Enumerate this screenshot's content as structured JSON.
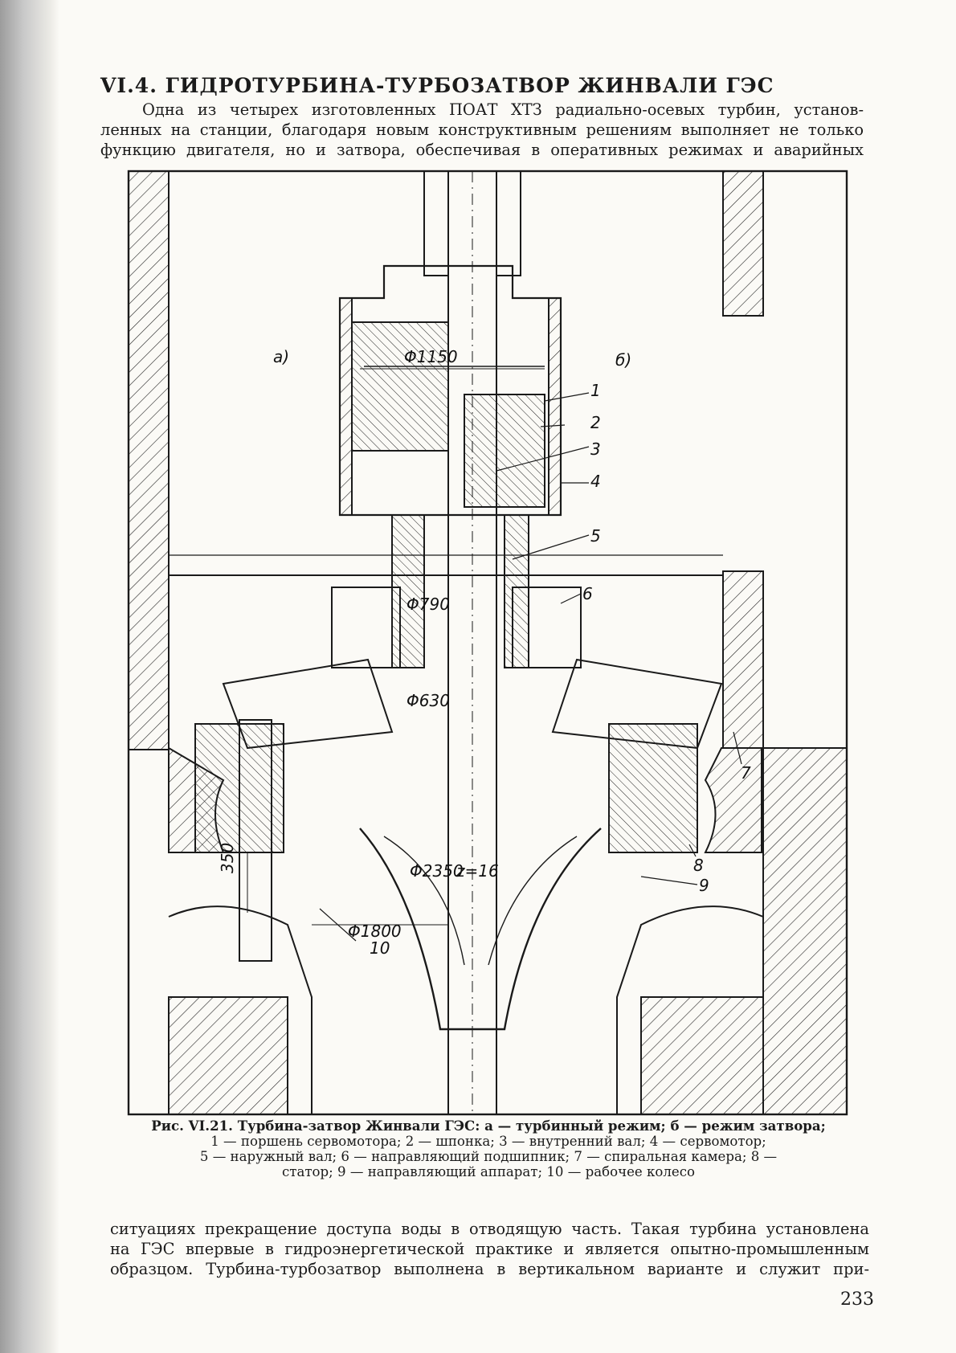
{
  "heading": "VI.4. ГИДРОТУРБИНА-ТУРБОЗАТВОР ЖИНВАЛИ ГЭС",
  "paragraph1": [
    "Одна из четырех изготовленных ПОАТ ХТЗ радиально-осевых турбин, установ-",
    "ленных на станции, благодаря новым конструктивным решениям выполняет не только",
    "функцию двигателя, но и затвора, обеспечивая в оперативных режимах и аварийных"
  ],
  "figure": {
    "labels": {
      "a": "а)",
      "b": "б)",
      "d1150": "Φ1150",
      "d790": "Φ790",
      "d630": "Φ630",
      "d2350": "Φ2350",
      "z": "z=16",
      "d1800": "Φ1800",
      "h350": "350"
    },
    "callouts": [
      "1",
      "2",
      "3",
      "4",
      "5",
      "6",
      "7",
      "8",
      "9",
      "10"
    ],
    "caption": {
      "title": "Рис. VI.21. Турбина-затвор Жинвали ГЭС: а — турбинный режим; б — режим затвора;",
      "lines": [
        "1 — поршень сервомотора; 2 — шпонка; 3 — внутренний вал; 4 — сервомотор;",
        "5 — наружный вал; 6 — направляющий подшипник; 7 — спиральная камера; 8 —",
        "статор; 9 — направляющий аппарат; 10 — рабочее колесо"
      ]
    }
  },
  "paragraph2": [
    "ситуациях прекращение доступа воды в отводящую часть. Такая турбина установлена",
    "на ГЭС впервые в гидроэнергетической практике и является опытно-промышленным",
    "образцом. Турбина-турбозатвор выполнена в вертикальном варианте и служит при-"
  ],
  "page_number": "233",
  "colors": {
    "ink": "#1b1b1b",
    "paper": "#fbfaf6"
  }
}
